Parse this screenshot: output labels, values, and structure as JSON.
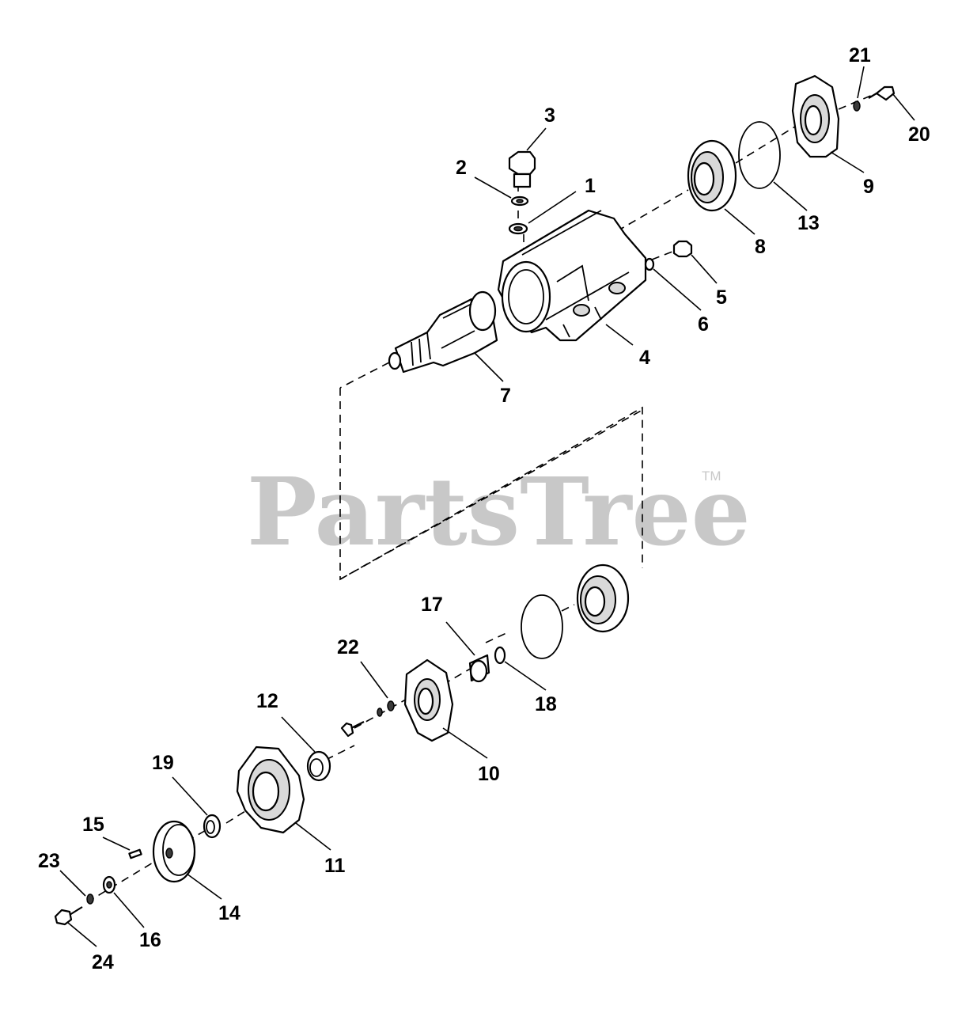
{
  "watermark": {
    "text": "PartsTree",
    "trademark": "TM"
  },
  "callouts": {
    "c1": "1",
    "c2": "2",
    "c3": "3",
    "c4": "4",
    "c5": "5",
    "c6": "6",
    "c7": "7",
    "c8": "8",
    "c9": "9",
    "c10": "10",
    "c11": "11",
    "c12": "12",
    "c13": "13",
    "c14": "14",
    "c15": "15",
    "c16": "16",
    "c17": "17",
    "c18": "18",
    "c19": "19",
    "c20": "20",
    "c21": "21",
    "c22": "22",
    "c23": "23",
    "c24": "24"
  },
  "colors": {
    "line": "#000000",
    "watermark": "#c8c8c8",
    "background": "#ffffff"
  }
}
